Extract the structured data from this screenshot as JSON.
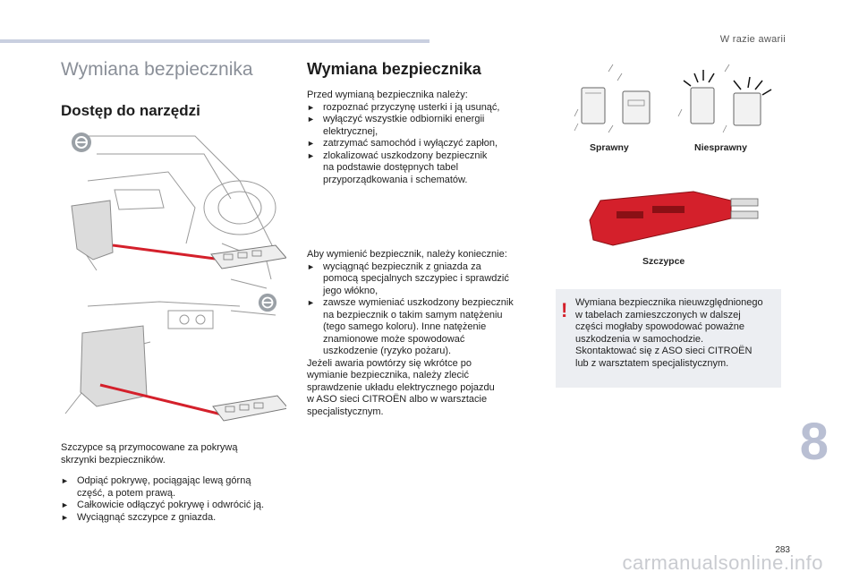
{
  "header": {
    "section": "W razie awarii"
  },
  "left": {
    "title": "Wymiana bezpiecznika",
    "subtitle": "Dostęp do narzędzi",
    "caption": [
      "Szczypce są przymocowane za pokrywą",
      "skrzynki bezpieczników."
    ],
    "steps": [
      [
        "Odpiąć pokrywę, pociągając lewą górną",
        "część, a potem prawą."
      ],
      [
        "Całkowicie odłączyć pokrywę i odwrócić ją."
      ],
      [
        "Wyciągnąć szczypce z gniazda."
      ]
    ]
  },
  "middle": {
    "title": "Wymiana bezpiecznika",
    "intro": "Przed wymianą bezpiecznika należy:",
    "before": [
      [
        "rozpoznać przyczynę usterki i ją usunąć,"
      ],
      [
        "wyłączyć wszystkie odbiorniki energii",
        "elektrycznej,"
      ],
      [
        "zatrzymać samochód i wyłączyć zapłon,"
      ],
      [
        "zlokalizować uszkodzony bezpiecznik",
        "na podstawie dostępnych tabel",
        "przyporządkowania i schematów."
      ]
    ],
    "intro2": "Aby wymienić bezpiecznik, należy koniecznie:",
    "must": [
      [
        "wyciągnąć bezpiecznik z gniazda za",
        "pomocą specjalnych szczypiec i sprawdzić",
        "jego włókno,"
      ],
      [
        "zawsze wymieniać uszkodzony bezpiecznik",
        "na bezpiecznik o takim samym natężeniu",
        "(tego samego koloru). Inne natężenie",
        "znamionowe może spowodować",
        "uszkodzenie (ryzyko pożaru)."
      ]
    ],
    "outro": [
      "Jeżeli awaria powtórzy się wkrótce po",
      "wymianie bezpiecznika, należy zlecić",
      "sprawdzenie układu elektrycznego pojazdu",
      "w ASO sieci CITROËN albo w warsztacie",
      "specjalistycznym."
    ]
  },
  "right": {
    "label_ok": "Sprawny",
    "label_bad": "Niesprawny",
    "label_tool": "Szczypce",
    "warning": [
      "Wymiana bezpiecznika nieuwzględnionego",
      "w tabelach zamieszczonych w dalszej",
      "części mogłaby spowodować poważne",
      "uszkodzenia w samochodzie.",
      "Skontaktować się z ASO sieci CITROËN",
      "lub z warsztatem specjalistycznym."
    ],
    "warn_mark": "!"
  },
  "footer": {
    "chapter": "8",
    "page": "283",
    "watermark": "carmanualsonline.info"
  },
  "icons": {
    "bullet": "arrow-bullet-icon",
    "steering": "steering-wheel-icon",
    "warning": "warning-exclamation-icon"
  },
  "colors": {
    "accent_red": "#d4202b",
    "chapter_blue": "#b9bfd3",
    "top_bar": "#c9cfe0",
    "warn_bg": "#eceef2"
  }
}
